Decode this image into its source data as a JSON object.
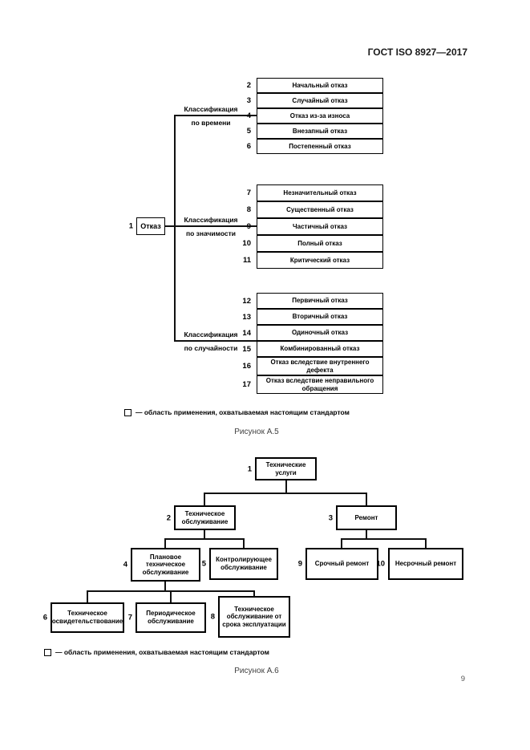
{
  "page": {
    "header": "ГОСТ ISO 8927—2017",
    "page_number": "9"
  },
  "figure_a5": {
    "root": {
      "num": "1",
      "label": "Отказ"
    },
    "groups": [
      {
        "branch_label_line1": "Классификация",
        "branch_label_line2": "по времени",
        "items": [
          {
            "num": "2",
            "label": "Начальный отказ"
          },
          {
            "num": "3",
            "label": "Случайный отказ"
          },
          {
            "num": "4",
            "label": "Отказ из-за износа"
          },
          {
            "num": "5",
            "label": "Внезапный отказ"
          },
          {
            "num": "6",
            "label": "Постепенный отказ"
          }
        ]
      },
      {
        "branch_label_line1": "Классификация",
        "branch_label_line2": "по значимости",
        "items": [
          {
            "num": "7",
            "label": "Незначительный отказ"
          },
          {
            "num": "8",
            "label": "Существенный отказ"
          },
          {
            "num": "9",
            "label": "Частичный отказ"
          },
          {
            "num": "10",
            "label": "Полный отказ"
          },
          {
            "num": "11",
            "label": "Критический отказ"
          }
        ]
      },
      {
        "branch_label_line1": "Классификация",
        "branch_label_line2": "по случайности",
        "items": [
          {
            "num": "12",
            "label": "Первичный отказ"
          },
          {
            "num": "13",
            "label": "Вторичный отказ"
          },
          {
            "num": "14",
            "label": "Одиночный отказ"
          },
          {
            "num": "15",
            "label": "Комбинированный отказ"
          },
          {
            "num": "16",
            "label": "Отказ вследствие внутреннего дефекта"
          },
          {
            "num": "17",
            "label": "Отказ вследствие неправильного обращения"
          }
        ]
      }
    ],
    "legend": "— область применения, охватываемая настоящим стандартом",
    "caption": "Рисунок А.5"
  },
  "figure_a6": {
    "nodes": {
      "n1": {
        "num": "1",
        "label": "Технические услуги"
      },
      "n2": {
        "num": "2",
        "label": "Техническое обслуживание"
      },
      "n3": {
        "num": "3",
        "label": "Ремонт"
      },
      "n4": {
        "num": "4",
        "label": "Плановое техническое обслуживание"
      },
      "n5": {
        "num": "5",
        "label": "Контролирующее обслуживание"
      },
      "n9": {
        "num": "9",
        "label": "Срочный ремонт"
      },
      "n10": {
        "num": "10",
        "label": "Несрочный ремонт"
      },
      "n6": {
        "num": "6",
        "label": "Техническое освидетельствование"
      },
      "n7": {
        "num": "7",
        "label": "Периодическое обслуживание"
      },
      "n8": {
        "num": "8",
        "label": "Техническое обслуживание от срока эксплуатации"
      }
    },
    "legend": "— область применения, охватываемая настоящим стандартом",
    "caption": "Рисунок А.6"
  }
}
